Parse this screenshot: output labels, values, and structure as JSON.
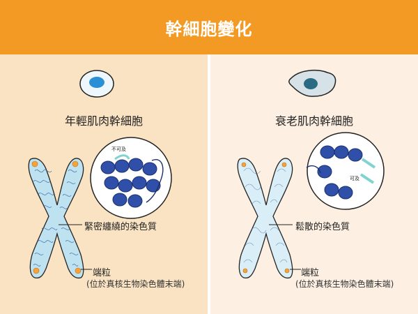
{
  "title": "幹細胞變化",
  "left": {
    "stage": "年輕肌肉幹細胞",
    "zoom_note": "不可及",
    "chromatin_label": "緊密纏繞的染色質",
    "telomere_label": "端粒",
    "telomere_note": "(位於真核生物染色體末端)"
  },
  "right": {
    "stage": "衰老肌肉幹細胞",
    "zoom_note": "可及",
    "chromatin_label": "鬆散的染色質",
    "telomere_label": "端粒",
    "telomere_note": "(位於真核生物染色體末端)"
  },
  "colors": {
    "header": "#f39a25",
    "left_bg": "#fae3c3",
    "right_bg": "#fdf0e2",
    "chromosome": "#bfe2f0",
    "telomere": "#f5a33a",
    "nucleosome": "#2f4fa8",
    "dna_linker": "#7fd3d0"
  }
}
